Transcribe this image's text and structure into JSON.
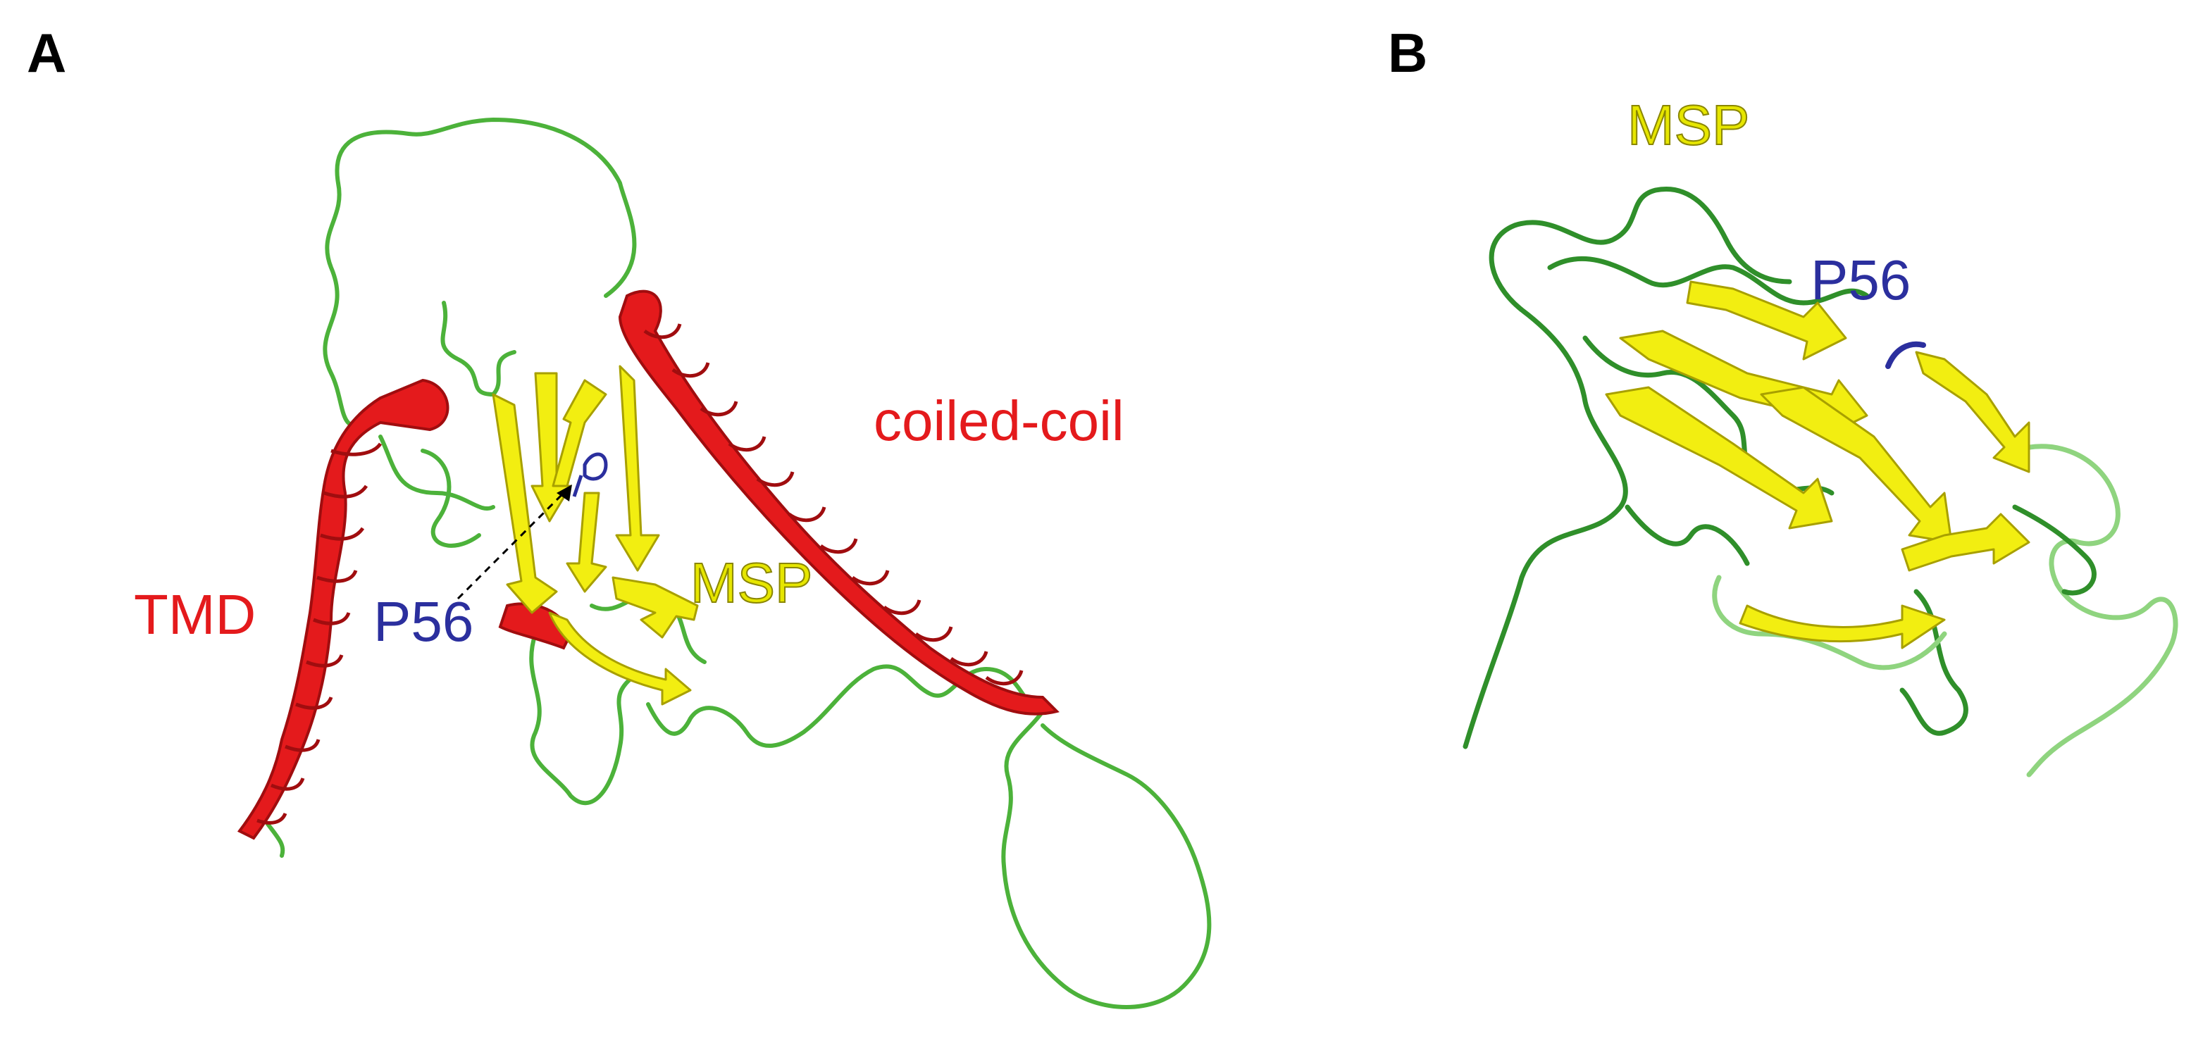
{
  "panels": [
    {
      "letter": "A",
      "labels": {
        "tmd": "TMD",
        "p56": "P56",
        "msp": "MSP",
        "coiled_coil": "coiled-coil"
      }
    },
    {
      "letter": "B",
      "labels": {
        "msp": "MSP",
        "p56": "P56"
      }
    }
  ],
  "colors": {
    "helix": "#e41a1c",
    "helix_dark": "#a00d0f",
    "sheet": "#f2ee11",
    "sheet_edge": "#a8a000",
    "loop": "#4cb23a",
    "loop_dark": "#2f8f2a",
    "loop_light": "#8fd47f",
    "proline": "#2b2f9e",
    "text_black": "#000000",
    "text_msp": "#e6e600"
  }
}
